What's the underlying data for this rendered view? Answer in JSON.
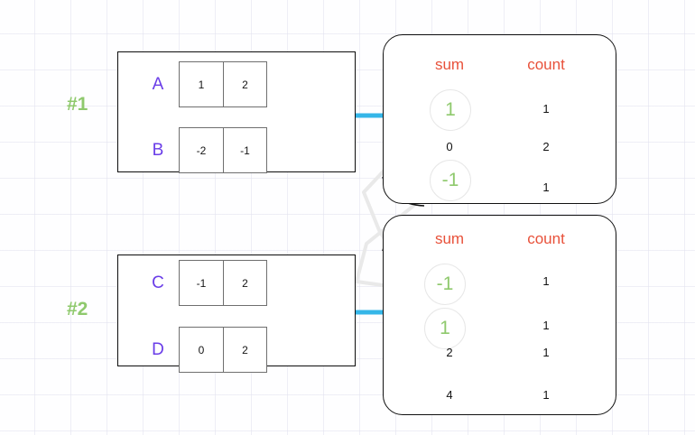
{
  "diagram": {
    "title": "Partial aggregation of partitions into sum/count tables",
    "colors": {
      "background": "#fefeff",
      "grid_line": "#e1e1ee",
      "step_label": "#8fc96d",
      "row_key": "#6a3de8",
      "box_border": "#0d0d0d",
      "cell_border": "#6f6f6f",
      "panel_border": "#111111",
      "header_text": "#e8513a",
      "value_text": "#111111",
      "highlight_value": "#8fc96d",
      "circle_stroke": "#e7e7e7",
      "arrow": "#35b6e8",
      "connector": "#e6e6e6"
    }
  },
  "steps": [
    {
      "id": "step-1",
      "label": "#1"
    },
    {
      "id": "step-2",
      "label": "#2"
    }
  ],
  "partitions": [
    {
      "id": "partition-1",
      "rows": [
        {
          "key": "A",
          "values": [
            "1",
            "2"
          ]
        },
        {
          "key": "B",
          "values": [
            "-2",
            "-1"
          ]
        }
      ]
    },
    {
      "id": "partition-2",
      "rows": [
        {
          "key": "C",
          "values": [
            "-1",
            "2"
          ]
        },
        {
          "key": "D",
          "values": [
            "0",
            "2"
          ]
        }
      ]
    }
  ],
  "aggregates": [
    {
      "id": "agg-panel-1",
      "headers": {
        "sum": "sum",
        "count": "count"
      },
      "rows": [
        {
          "sum": "1",
          "count": "1",
          "highlighted": true
        },
        {
          "sum": "0",
          "count": "2",
          "highlighted": false
        },
        {
          "sum": "-1",
          "count": "1",
          "highlighted": true
        }
      ]
    },
    {
      "id": "agg-panel-2",
      "headers": {
        "sum": "sum",
        "count": "count"
      },
      "rows": [
        {
          "sum": "-1",
          "count": "1",
          "highlighted": true
        },
        {
          "sum": "1",
          "count": "1",
          "highlighted": true
        },
        {
          "sum": "2",
          "count": "1",
          "highlighted": false
        },
        {
          "sum": "4",
          "count": "1",
          "highlighted": false
        }
      ]
    }
  ],
  "arrows": [
    {
      "name": "arrow-partition-1-to-agg-1",
      "from": "partition-1",
      "to": "agg-panel-1"
    },
    {
      "name": "arrow-partition-2-to-agg-2",
      "from": "partition-2",
      "to": "agg-panel-2"
    }
  ],
  "connectors": [
    {
      "name": "connector-sum-1",
      "from": "agg-1-sum-1",
      "to": "agg-2-sum-1"
    },
    {
      "name": "connector-sum-minus-1",
      "from": "agg-1-sum--1",
      "to": "agg-2-sum--1"
    }
  ]
}
